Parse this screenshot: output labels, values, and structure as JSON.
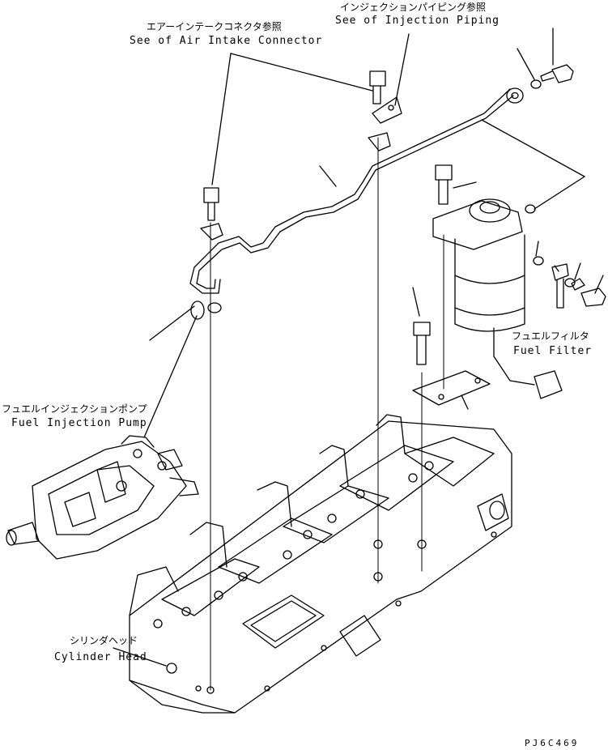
{
  "labels": {
    "air_intake_jp": "エアーインテークコネクタ参照",
    "air_intake_en": "See of Air Intake Connector",
    "injection_piping_jp": "インジェクションパイピング参照",
    "injection_piping_en": "See of Injection Piping",
    "fuel_filter_jp": "フュエルフィルタ",
    "fuel_filter_en": "Fuel Filter",
    "injection_pump_jp": "フュエルインジェクションポンプ",
    "injection_pump_en": "Fuel Injection Pump",
    "cylinder_head_jp": "シリンダヘッド",
    "cylinder_head_en": "Cylinder Head",
    "drawing_code": "PJ6C469"
  }
}
